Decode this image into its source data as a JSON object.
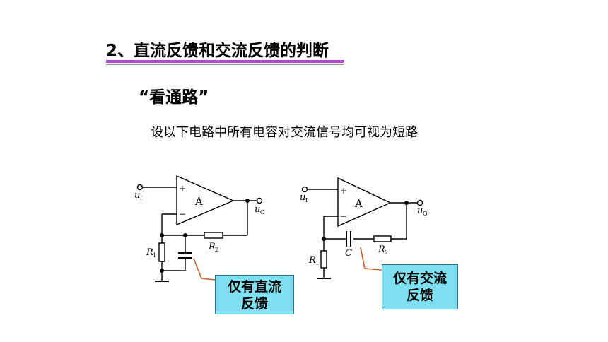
{
  "slide": {
    "title": "2、直流反馈和交流反馈的判断",
    "subtitle": "“看通路”",
    "note": "设以下电路中所有电容对交流信号均可视为短路"
  },
  "circuit_left": {
    "amp_label": "A",
    "plus_sign": "+",
    "minus_sign": "−",
    "input_label": "u",
    "input_sub": "I",
    "output_label": "u",
    "output_sub": "C",
    "r1_label": "R",
    "r1_sub": "1",
    "r2_label": "R",
    "r2_sub": "2"
  },
  "circuit_right": {
    "amp_label": "A",
    "plus_sign": "+",
    "minus_sign": "−",
    "input_label": "u",
    "input_sub": "I",
    "output_label": "u",
    "output_sub": "O",
    "r1_label": "R",
    "r1_sub": "1",
    "r2_label": "R",
    "r2_sub": "2",
    "c_label": "C"
  },
  "callouts": {
    "left_line1": "仅有直流",
    "left_line2": "反馈",
    "right_line1": "仅有交流",
    "right_line2": "反馈"
  },
  "colors": {
    "underline": "#b04ad6",
    "callout_fill": "#7fe0f2",
    "leader_line": "#c8602a"
  }
}
